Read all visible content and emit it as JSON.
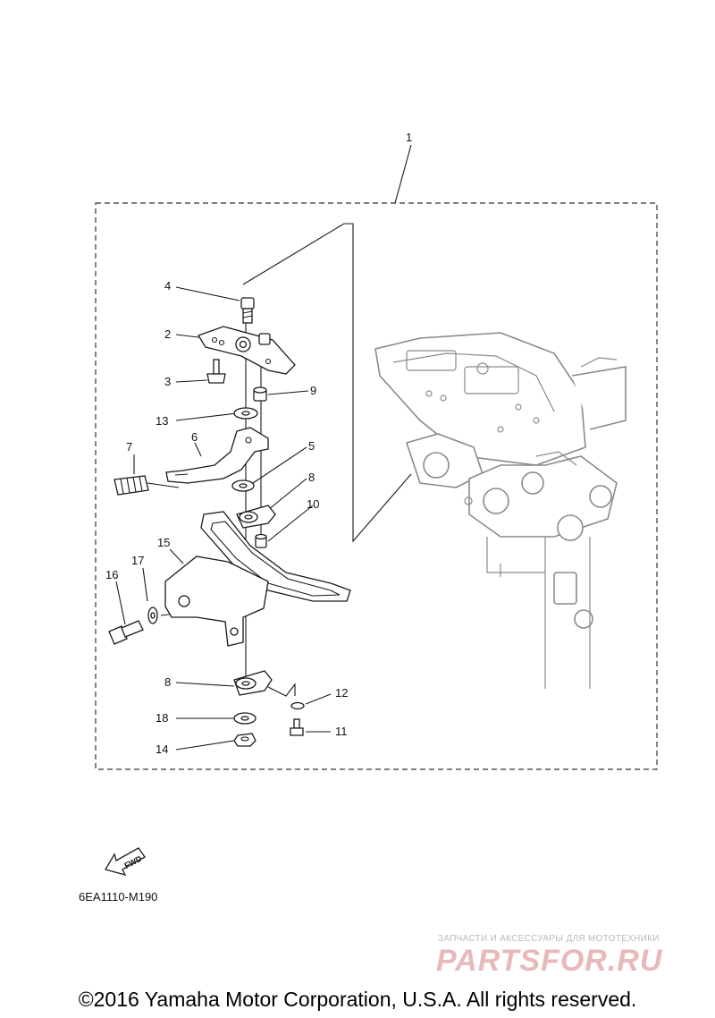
{
  "callouts": {
    "c1": "1",
    "c2": "2",
    "c3": "3",
    "c4": "4",
    "c5": "5",
    "c6": "6",
    "c7": "7",
    "c8a": "8",
    "c8b": "8",
    "c9": "9",
    "c10": "10",
    "c11": "11",
    "c12": "12",
    "c13": "13",
    "c14": "14",
    "c15": "15",
    "c16": "16",
    "c17": "17",
    "c18": "18"
  },
  "fwd_label": "FWD",
  "diagram_code": "6EA1110-M190",
  "watermark": {
    "tagline": "ЗАПЧАСТИ И АКСЕССУАРЫ ДЛЯ МОТОТЕХНИКИ",
    "brand": "PARTSFOR.RU"
  },
  "copyright": "©2016 Yamaha Motor Corporation, U.S.A. All rights reserved."
}
